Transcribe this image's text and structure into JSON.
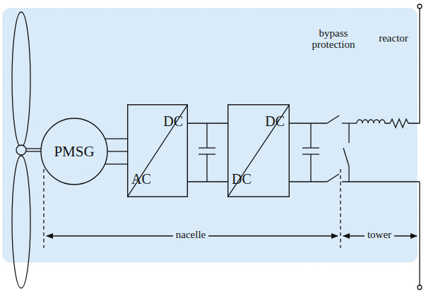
{
  "diagram": {
    "nodes": [
      {
        "text": [
          "PMSG"
        ]
      },
      {
        "text": [
          "DC",
          "AC"
        ]
      },
      {
        "text": [
          "DC",
          "DC"
        ]
      }
    ],
    "edges": [
      {
        "from": 0,
        "to": 1,
        "arrow": "none"
      },
      {
        "from": 1,
        "to": 2,
        "arrow": "none"
      }
    ],
    "labels": [
      "bypass protection",
      "reactor",
      "nacelle",
      "tower"
    ]
  }
}
